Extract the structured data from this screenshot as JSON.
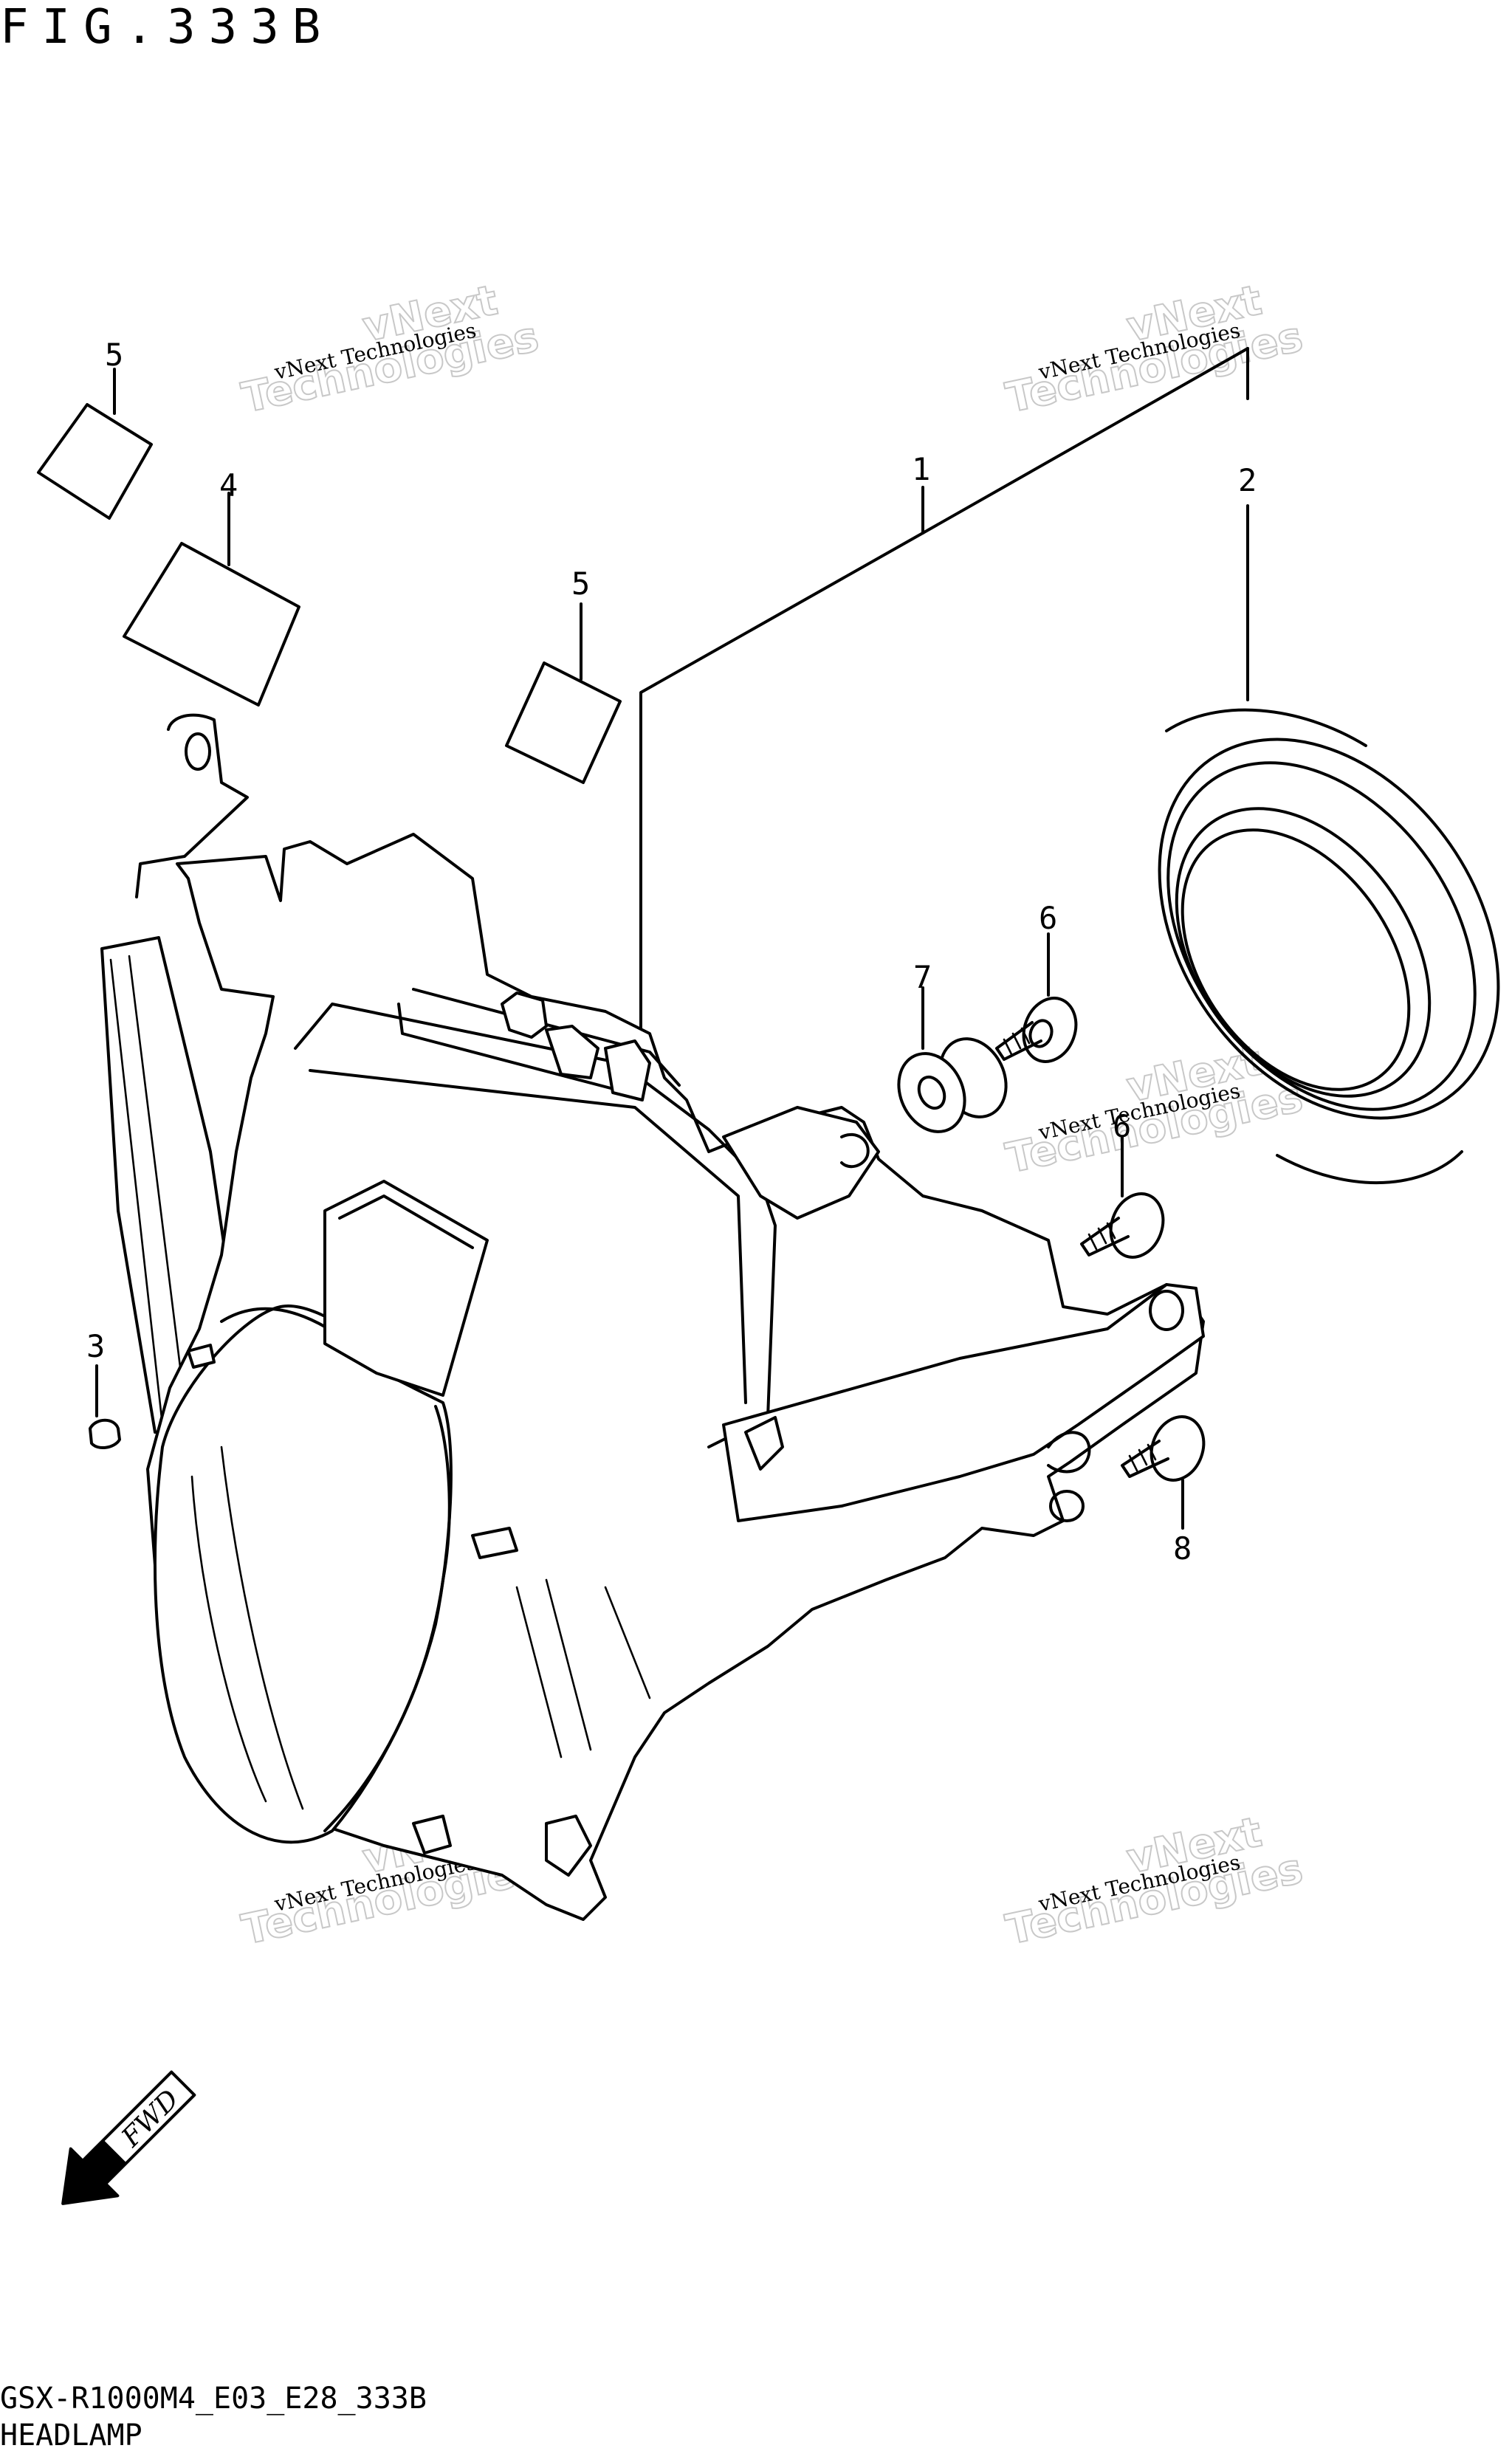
{
  "figure": {
    "title": "FIG.333B",
    "model_code": "GSX-R1000M4_E03_E28_333B",
    "section_name": "HEADLAMP"
  },
  "callouts": {
    "c1": "1",
    "c2": "2",
    "c3": "3",
    "c4": "4",
    "c5a": "5",
    "c5b": "5",
    "c6a": "6",
    "c6b": "6",
    "c7": "7",
    "c8": "8"
  },
  "watermark": {
    "line1": "vNext Technologies",
    "line2": "vNext",
    "line3": "Technologies"
  },
  "fwd_label": "FWD"
}
